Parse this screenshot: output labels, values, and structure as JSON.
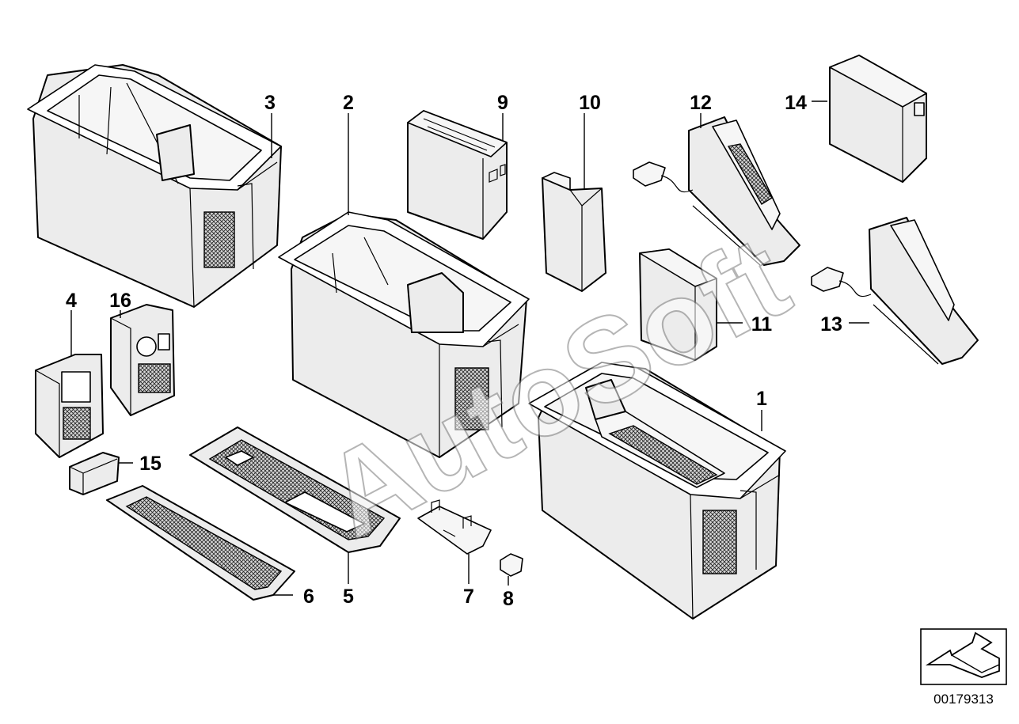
{
  "diagram": {
    "watermark": "AutoSoft",
    "drawing_number": "00179313",
    "callouts": [
      {
        "id": "1",
        "label": "1"
      },
      {
        "id": "2",
        "label": "2"
      },
      {
        "id": "3",
        "label": "3"
      },
      {
        "id": "4",
        "label": "4"
      },
      {
        "id": "5",
        "label": "5"
      },
      {
        "id": "6",
        "label": "6"
      },
      {
        "id": "7",
        "label": "7"
      },
      {
        "id": "8",
        "label": "8"
      },
      {
        "id": "9",
        "label": "9"
      },
      {
        "id": "10",
        "label": "10"
      },
      {
        "id": "11",
        "label": "11"
      },
      {
        "id": "12",
        "label": "12"
      },
      {
        "id": "13",
        "label": "13"
      },
      {
        "id": "14",
        "label": "14"
      },
      {
        "id": "15",
        "label": "15"
      },
      {
        "id": "16",
        "label": "16"
      }
    ]
  }
}
